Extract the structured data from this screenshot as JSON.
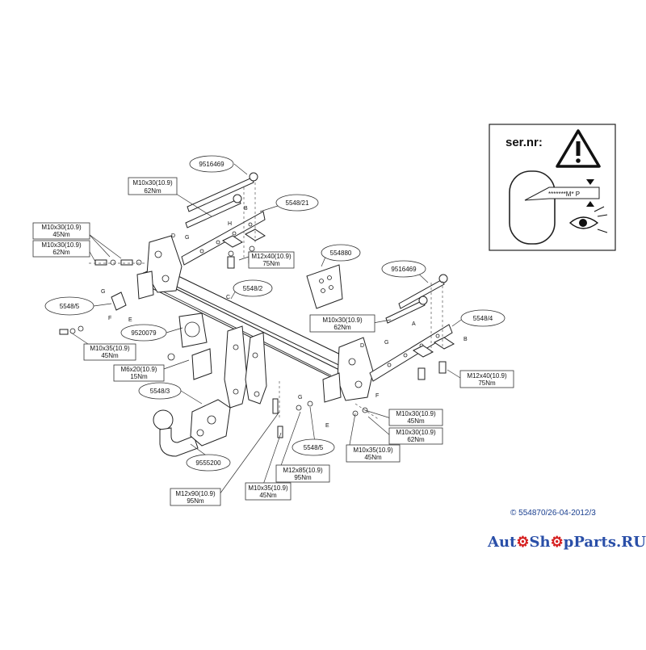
{
  "callouts": {
    "c1": "9516469",
    "c2a": "M10x30(10.9)",
    "c2b": "62Nm",
    "c3": "5548/21",
    "c4a": "M10x30(10.9)",
    "c4b": "45Nm",
    "c5a": "M10x30(10.9)",
    "c5b": "62Nm",
    "c6a": "M12x40(10.9)",
    "c6b": "75Nm",
    "c7": "554880",
    "c8": "5548/2",
    "c9": "5548/5",
    "c10": "9520079",
    "c11a": "M10x35(10.9)",
    "c11b": "45Nm",
    "c12a": "M6x20(10.9)",
    "c12b": "15Nm",
    "c13": "5548/3",
    "c14": "9555200",
    "c15a": "M12x90(10.9)",
    "c15b": "95Nm",
    "c16a": "M10x35(10.9)",
    "c16b": "45Nm",
    "c17a": "M12x85(10.9)",
    "c17b": "95Nm",
    "c18": "5548/5",
    "c19a": "M10x35(10.9)",
    "c19b": "45Nm",
    "c20a": "M10x30(10.9)",
    "c20b": "45Nm",
    "c21a": "M10x30(10.9)",
    "c21b": "62Nm",
    "c22a": "M12x40(10.9)",
    "c22b": "75Nm",
    "c23": "5548/4",
    "c24a": "M10x30(10.9)",
    "c24b": "62Nm",
    "c25": "9516469"
  },
  "letters": {
    "H": "H",
    "B": "B",
    "D": "D",
    "G": "G",
    "C": "C",
    "E": "E",
    "F": "F",
    "A": "A"
  },
  "serial_panel": {
    "title": "ser.nr:",
    "plate_text": "*******M* P"
  },
  "footer": {
    "copyright": "© 554870/26-04-2012/3",
    "brand_part1": "Aut",
    "brand_part2": "Sh",
    "brand_part3": "pParts.RU"
  }
}
